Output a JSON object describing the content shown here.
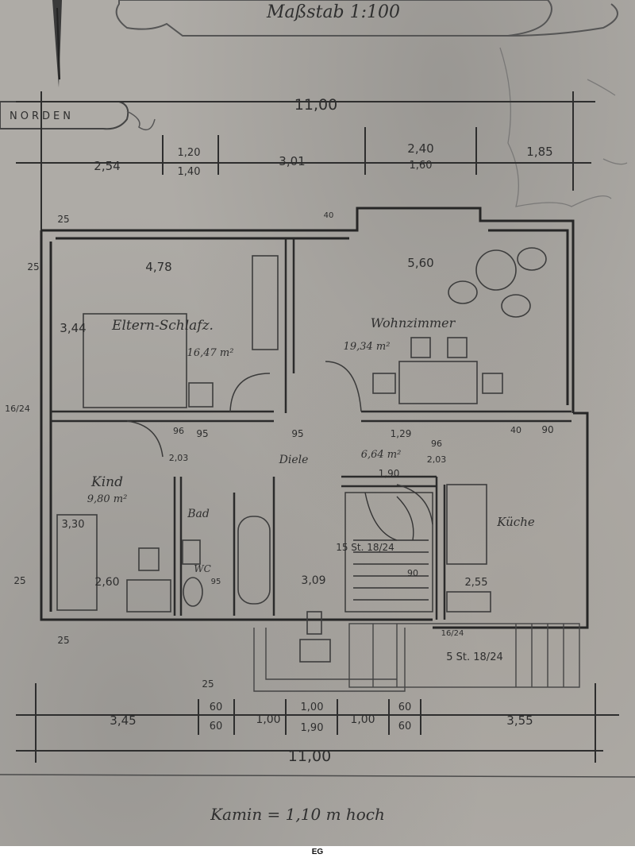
{
  "drawing": {
    "scale_label": "Maßstab 1:100",
    "north_label": "NORDEN",
    "footer_note": "Kamin = 1,10 m hoch",
    "caption": "EG"
  },
  "dimensions": {
    "top_total": "11,00",
    "bottom_total": "11,00",
    "top_segments": [
      "2,54",
      "3,01",
      "1,85"
    ],
    "top_stack_a": [
      "1,20",
      "1,40"
    ],
    "top_stack_b": [
      "2,40",
      "1,60"
    ],
    "bottom_segments": [
      "3,45",
      "1,00",
      "1,00",
      "3,55"
    ],
    "bottom_stack_a": [
      "60",
      "60"
    ],
    "bottom_stack_b": [
      "1,00",
      "1,90"
    ],
    "bottom_stack_c": [
      "60",
      "60"
    ],
    "wall_labels": [
      "25",
      "25",
      "25",
      "25",
      "25",
      "16/24",
      "40",
      "5,60",
      "4,78",
      "3,44",
      "3,30",
      "2,60",
      "3,09",
      "1,29",
      "1,90",
      "95",
      "95",
      "95",
      "96",
      "96",
      "2,03",
      "2,03",
      "90",
      "90",
      "40",
      "2,55",
      "16/24"
    ]
  },
  "rooms": [
    {
      "name": "Eltern-Schlafz.",
      "area": "16,47 m²"
    },
    {
      "name": "Wohnzimmer",
      "area": "19,34 m²"
    },
    {
      "name": "Kind",
      "area": "9,80 m²"
    },
    {
      "name": "Diele",
      "area": "6,64 m²"
    },
    {
      "name": "Bad",
      "area": ""
    },
    {
      "name": "WC",
      "area": ""
    },
    {
      "name": "Küche",
      "area": ""
    }
  ],
  "stairs": {
    "main": "15 St. 18/24",
    "entry": "5 St. 18/24"
  },
  "colors": {
    "paper": "#aeaba6",
    "ink": "#2f2f2f",
    "faded": "#6a6a6a"
  }
}
